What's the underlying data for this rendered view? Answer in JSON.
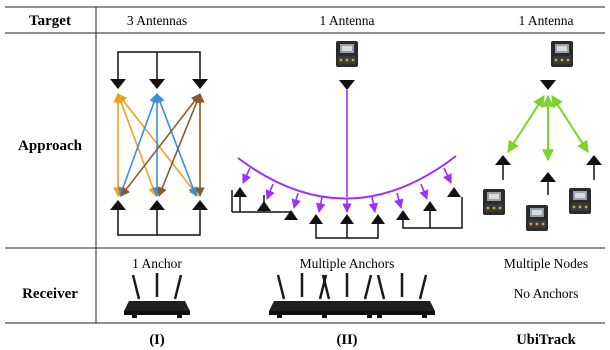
{
  "rows": {
    "target": "Target",
    "approach": "Approach",
    "receiver": "Receiver"
  },
  "columns": [
    {
      "target": "3 Antennas",
      "receiver_lines": [
        "1 Anchor"
      ],
      "caption": "(I)",
      "receiver_icons": [
        "router"
      ]
    },
    {
      "target": "1 Antenna",
      "receiver_lines": [
        "Multiple Anchors"
      ],
      "caption": "(II)",
      "receiver_icons": [
        "router",
        "router",
        "router"
      ]
    },
    {
      "target": "1 Antenna",
      "receiver_lines": [
        "Multiple Nodes",
        "No Anchors"
      ],
      "caption": "UbiTrack",
      "receiver_icons": []
    }
  ],
  "colors": {
    "orange": "#f0a020",
    "blue": "#3a8fd8",
    "brown": "#8b5a2b",
    "purple": "#9b30ff",
    "green": "#7cd42a",
    "board": "#2b2b2b"
  },
  "icons": [
    "antenna-triangle-icon",
    "sensor-board-icon",
    "router-icon"
  ]
}
